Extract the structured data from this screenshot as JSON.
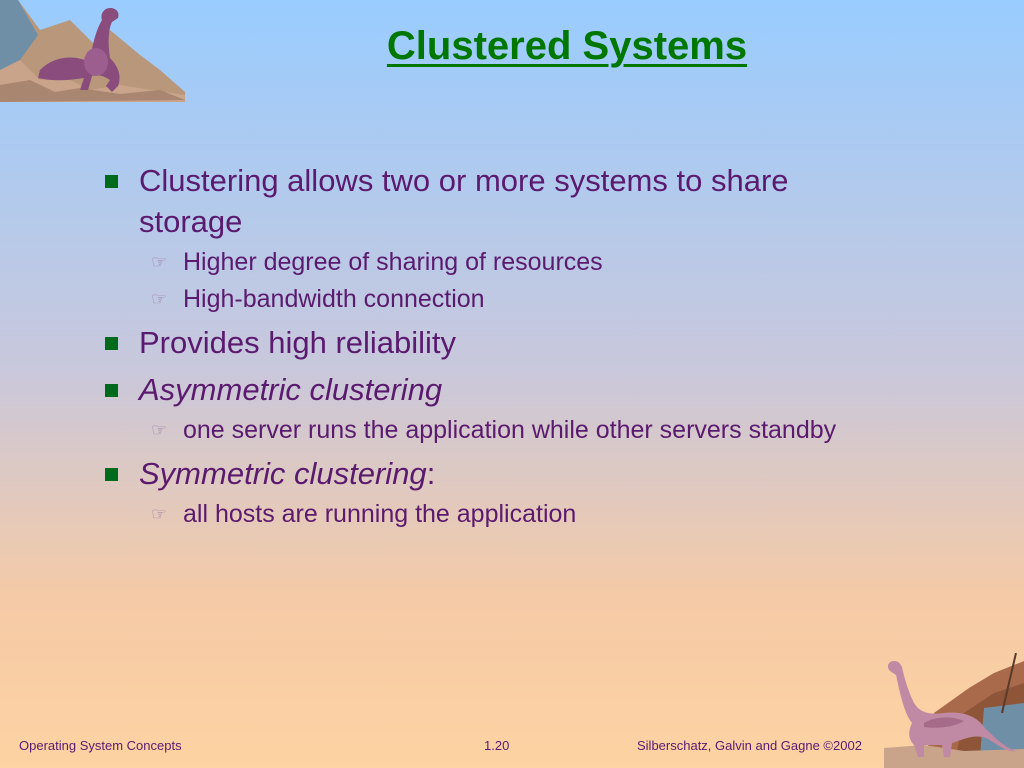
{
  "title": "Clustered Systems",
  "bullets": [
    {
      "text": "Clustering allows two or more systems to share storage",
      "subs": [
        "Higher degree of sharing of resources",
        "High-bandwidth connection"
      ]
    },
    {
      "text": "Provides high reliability",
      "subs": []
    },
    {
      "text": "Asymmetric clustering",
      "subs": [
        "one server runs the application while other servers standby"
      ]
    },
    {
      "text": "Symmetric clustering",
      "suffix": ":",
      "subs": [
        "all hosts are running the application"
      ]
    }
  ],
  "footer": {
    "left": "Operating System Concepts",
    "center": "1.20",
    "right": "Silberschatz, Galvin and  Gagne ©2002"
  },
  "icons": {
    "sub_bullet": "pointing-hand-icon",
    "top_art": "dinosaur-trex-icon",
    "bottom_art": "dinosaur-brontosaurus-icon"
  },
  "colors": {
    "title": "#007700",
    "text": "#5a1a6e",
    "bullet": "#006b1a"
  }
}
